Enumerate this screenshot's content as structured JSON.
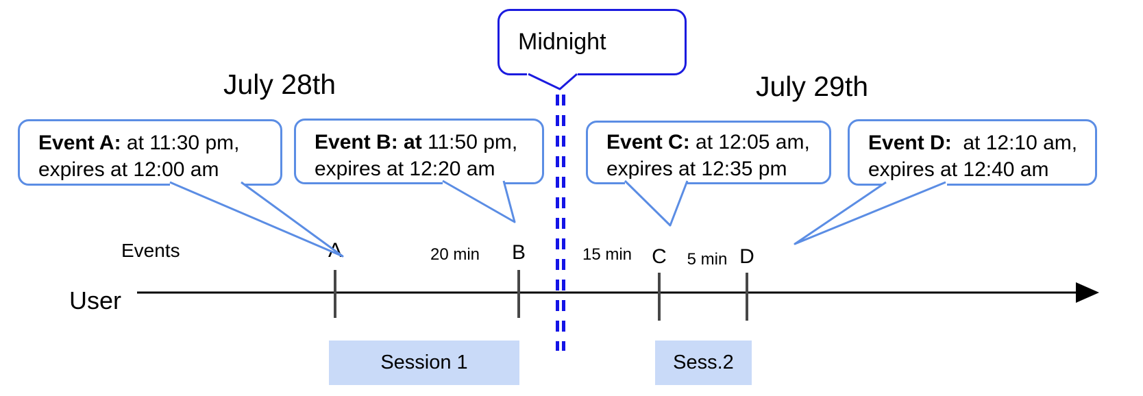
{
  "titles": {
    "left_date": "July 28th",
    "right_date": "July 29th"
  },
  "midnight": {
    "label": "Midnight"
  },
  "callouts": {
    "a": {
      "bold": "Event A:",
      "rest": " at 11:30 pm,",
      "line2": "expires at 12:00 am"
    },
    "b": {
      "bold": "Event B: at",
      "rest": " 11:50 pm,",
      "line2": "expires at 12:20 am"
    },
    "c": {
      "bold": "Event C:",
      "rest": " at 12:05 am,",
      "line2": "expires at 12:35 pm"
    },
    "d": {
      "bold": "Event D:",
      "rest": "  at 12:10 am,",
      "line2": "expires at 12:40 am"
    }
  },
  "timeline": {
    "events_label": "Events",
    "axis_label": "User",
    "ticks": [
      {
        "label": "A"
      },
      {
        "label": "B"
      },
      {
        "label": "C"
      },
      {
        "label": "D"
      }
    ],
    "intervals": [
      {
        "label": "20 min"
      },
      {
        "label": "15 min"
      },
      {
        "label": "5 min"
      }
    ]
  },
  "sessions": [
    {
      "label": "Session 1"
    },
    {
      "label": "Sess.2"
    }
  ],
  "colors": {
    "callout_border": "#5b8de4",
    "midnight_border": "#1b1bdf",
    "midnight_dash": "#1414e6",
    "session_fill": "#c9daf8",
    "tick_gray": "#474747",
    "axis_black": "#000000"
  }
}
